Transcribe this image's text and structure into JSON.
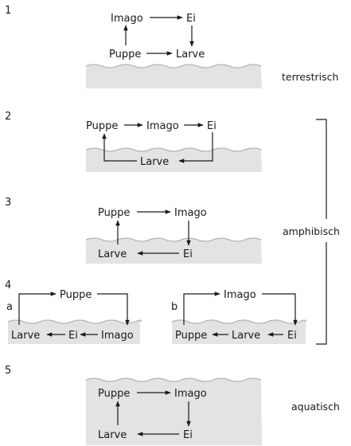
{
  "panels": [
    {
      "number": "1"
    },
    {
      "number": "2"
    },
    {
      "number": "3"
    },
    {
      "number": "4",
      "subpanels": [
        "a",
        "b"
      ]
    },
    {
      "number": "5"
    }
  ],
  "stages": {
    "imago": "Imago",
    "ei": "Ei",
    "puppe": "Puppe",
    "larve": "Larve"
  },
  "habitats": {
    "terrestrial": "terrestrisch",
    "amphibious": "amphibisch",
    "aquatic": "aquatisch"
  },
  "colors": {
    "water": "#e3e3e3",
    "surface": "#b4b4b4",
    "ink": "#1a1a1a"
  }
}
